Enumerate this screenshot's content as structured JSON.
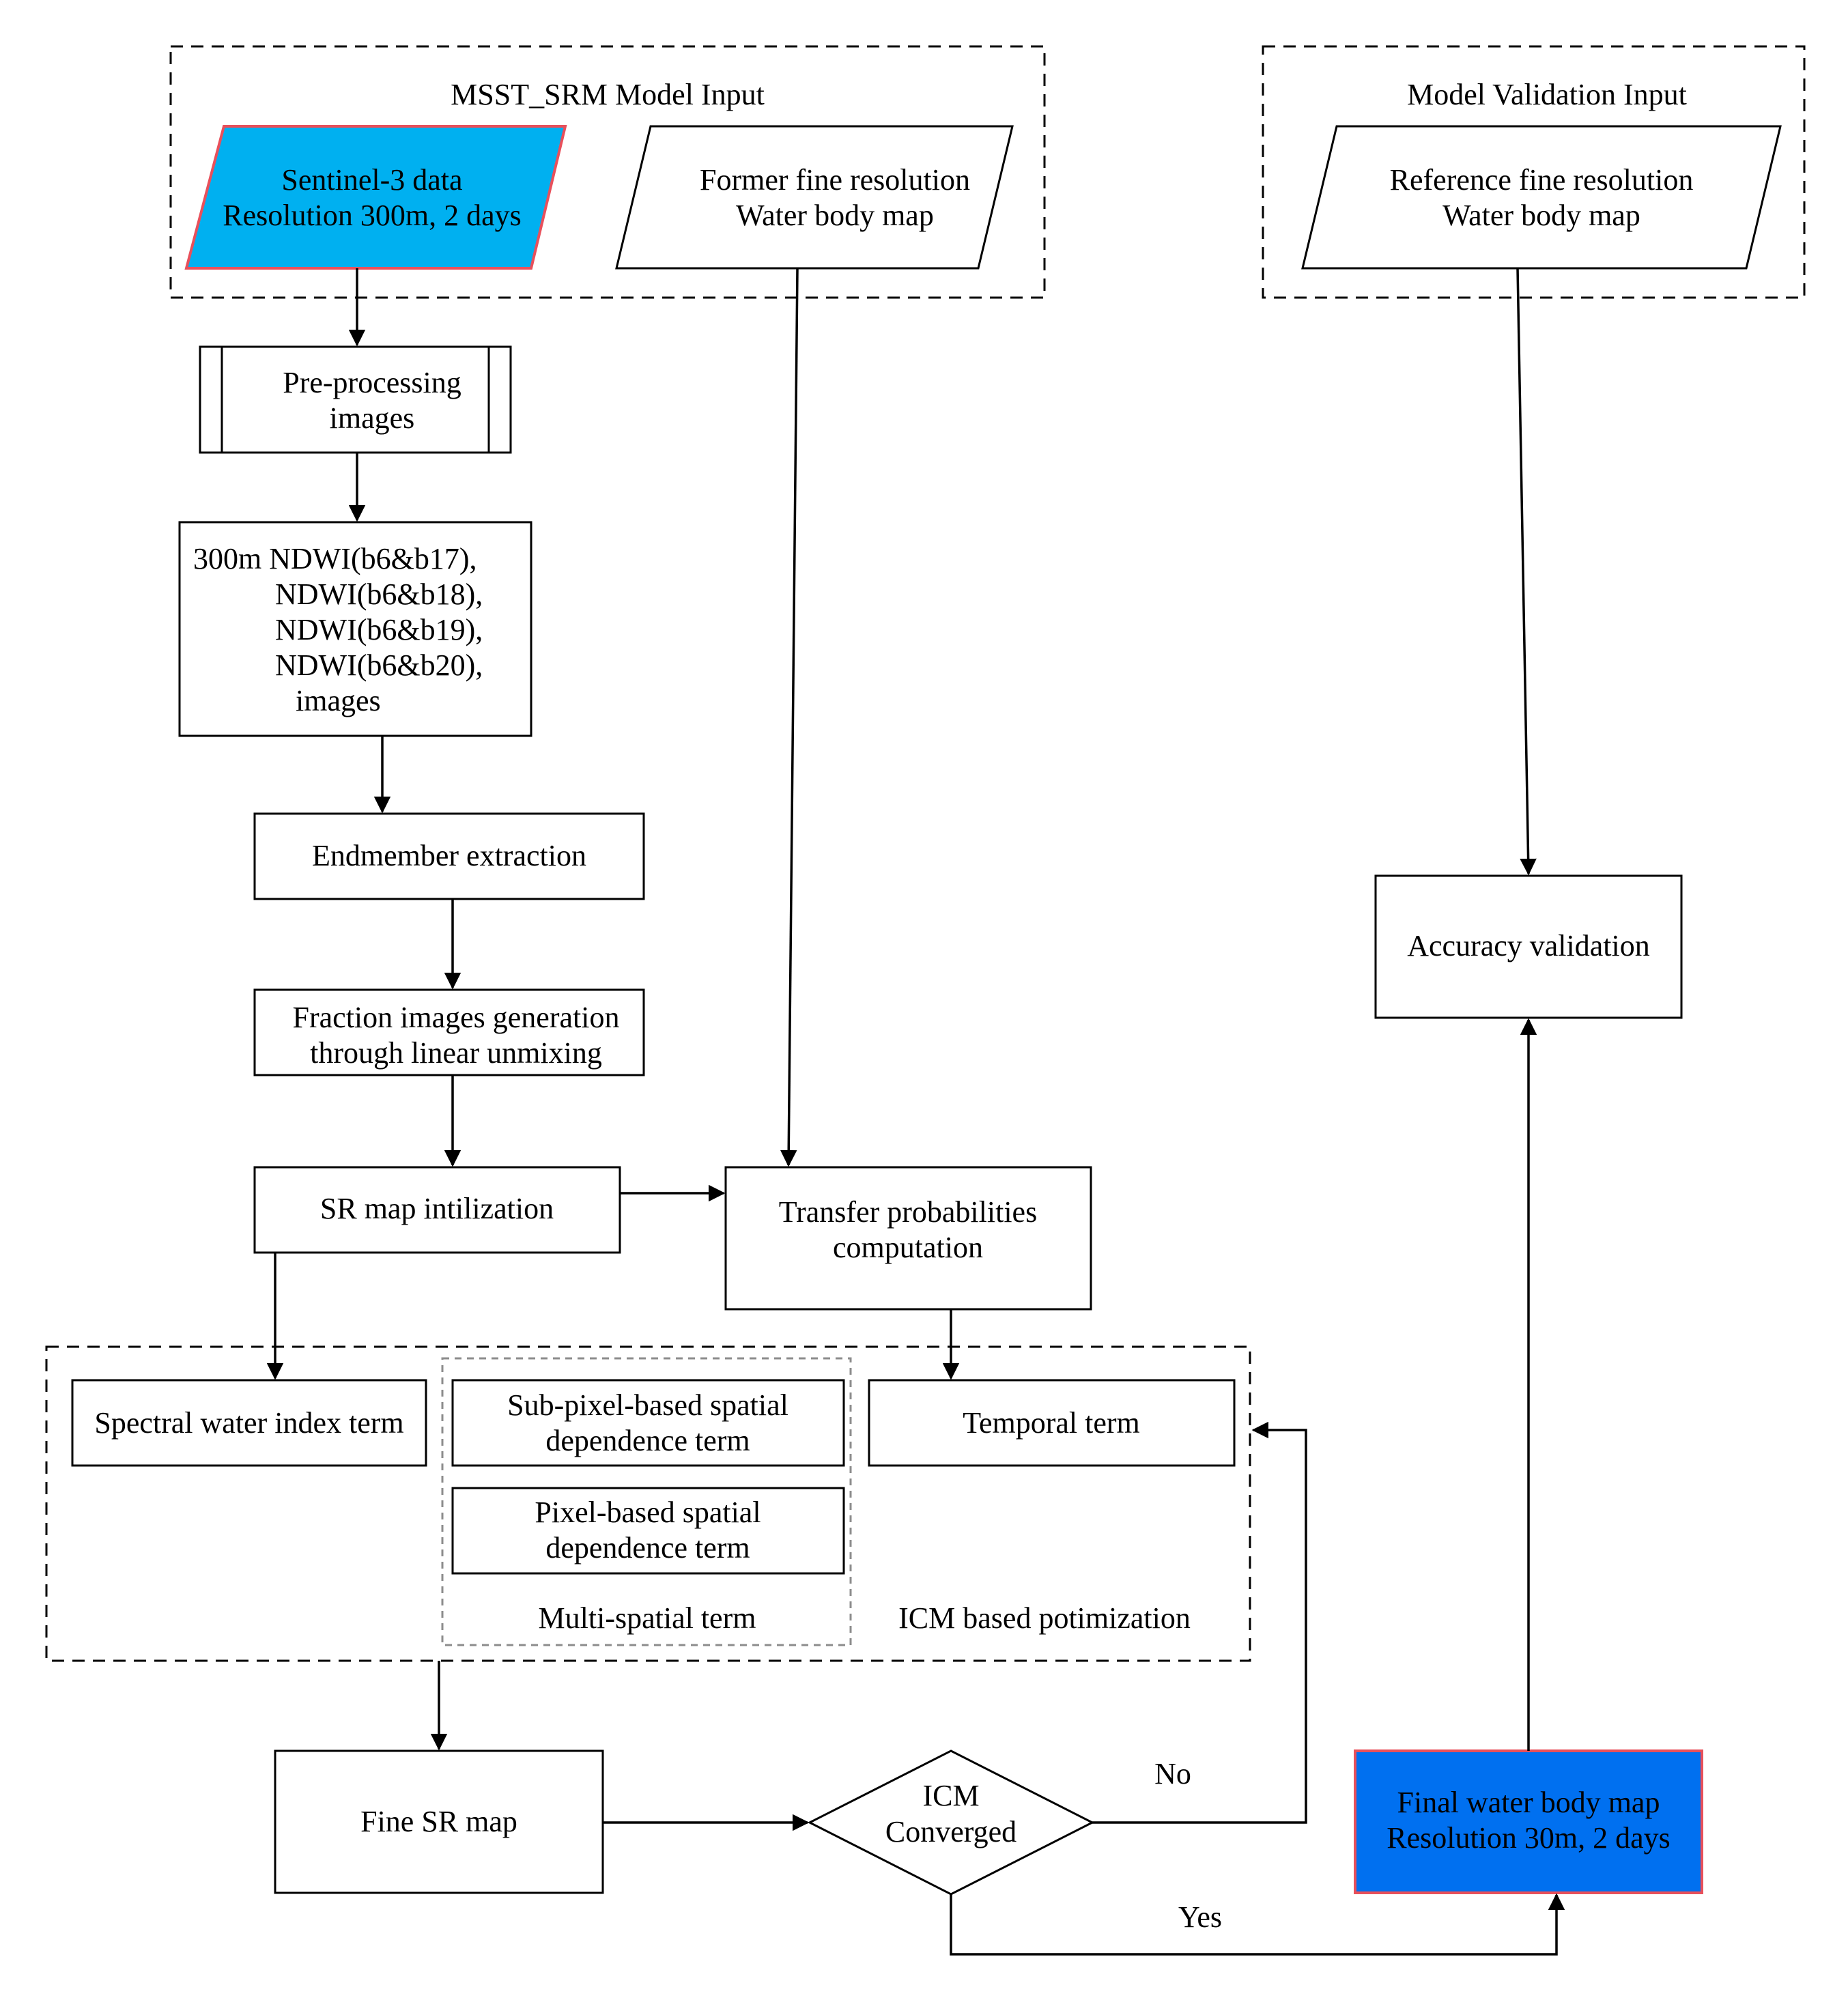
{
  "groups": {
    "model_input": "MSST_SRM Model Input",
    "validation_input": "Model Validation Input",
    "multi_spatial": "Multi-spatial term",
    "icm_optimization": "ICM based potimization"
  },
  "nodes": {
    "sentinel": [
      "Sentinel-3 data",
      "Resolution 300m, 2 days"
    ],
    "former_map": [
      "Former fine resolution",
      "Water body map"
    ],
    "reference_map": [
      "Reference fine resolution",
      "Water body map"
    ],
    "preprocessing": [
      "Pre-processing",
      "images"
    ],
    "ndwi": [
      "300m NDWI(b6&b17),",
      "NDWI(b6&b18),",
      "NDWI(b6&b19),",
      "NDWI(b6&b20),",
      "images"
    ],
    "endmember": [
      "Endmember extraction"
    ],
    "fraction": [
      "Fraction images generation",
      "through linear unmixing"
    ],
    "sr_init": [
      "SR map intilization"
    ],
    "transfer": [
      "Transfer probabilities",
      "computation"
    ],
    "spectral_term": [
      "Spectral water index term"
    ],
    "subpixel_term": [
      "Sub-pixel-based spatial",
      "dependence term"
    ],
    "pixel_term": [
      "Pixel-based spatial",
      "dependence term"
    ],
    "temporal_term": [
      "Temporal term"
    ],
    "accuracy": [
      "Accuracy validation"
    ],
    "fine_sr": [
      "Fine SR map"
    ],
    "icm_converged": [
      "ICM",
      "Converged"
    ],
    "final_map": [
      "Final water body map",
      "Resolution 30m, 2 days"
    ]
  },
  "edge_labels": {
    "no": "No",
    "yes": "Yes"
  },
  "colors": {
    "sentinel_fill": "#00B0F0",
    "final_fill": "#0070F0",
    "highlight_border": "#E8505B"
  }
}
